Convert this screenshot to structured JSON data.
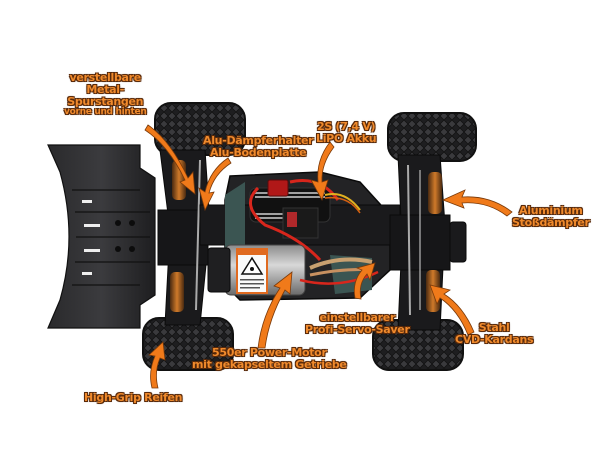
{
  "annotations": {
    "tie_rods": {
      "lines": [
        "verstellbare",
        "Metal-",
        "Spurstangen",
        "vorne und hinten"
      ]
    },
    "damper_mount": {
      "lines": [
        "Alu-Dämpferhalter",
        "Alu-Bodenplatte"
      ]
    },
    "battery": {
      "lines": [
        "2S (7,4 V)",
        "LiPO Akku"
      ]
    },
    "shocks": {
      "lines": [
        "Aluminium",
        "Stoßdämpfer"
      ]
    },
    "servo_saver": {
      "lines": [
        "einstellbarer",
        "Profi-Servo-Saver"
      ]
    },
    "cvd": {
      "lines": [
        "Stahl",
        "CVD-Kardans"
      ]
    },
    "motor": {
      "lines": [
        "550er Power-Motor",
        "mit gekapseltem Getriebe"
      ]
    },
    "tires": {
      "lines": [
        "High-Grip Reifen"
      ]
    }
  },
  "colors": {
    "label": "#f08a2c",
    "label_outline": "#5a2a0a",
    "arrow": "#f07a1a",
    "chassis": "#1c1c1e",
    "tire": "#222224",
    "wire_red": "#d8261c",
    "motor_label": "#e06a20"
  }
}
